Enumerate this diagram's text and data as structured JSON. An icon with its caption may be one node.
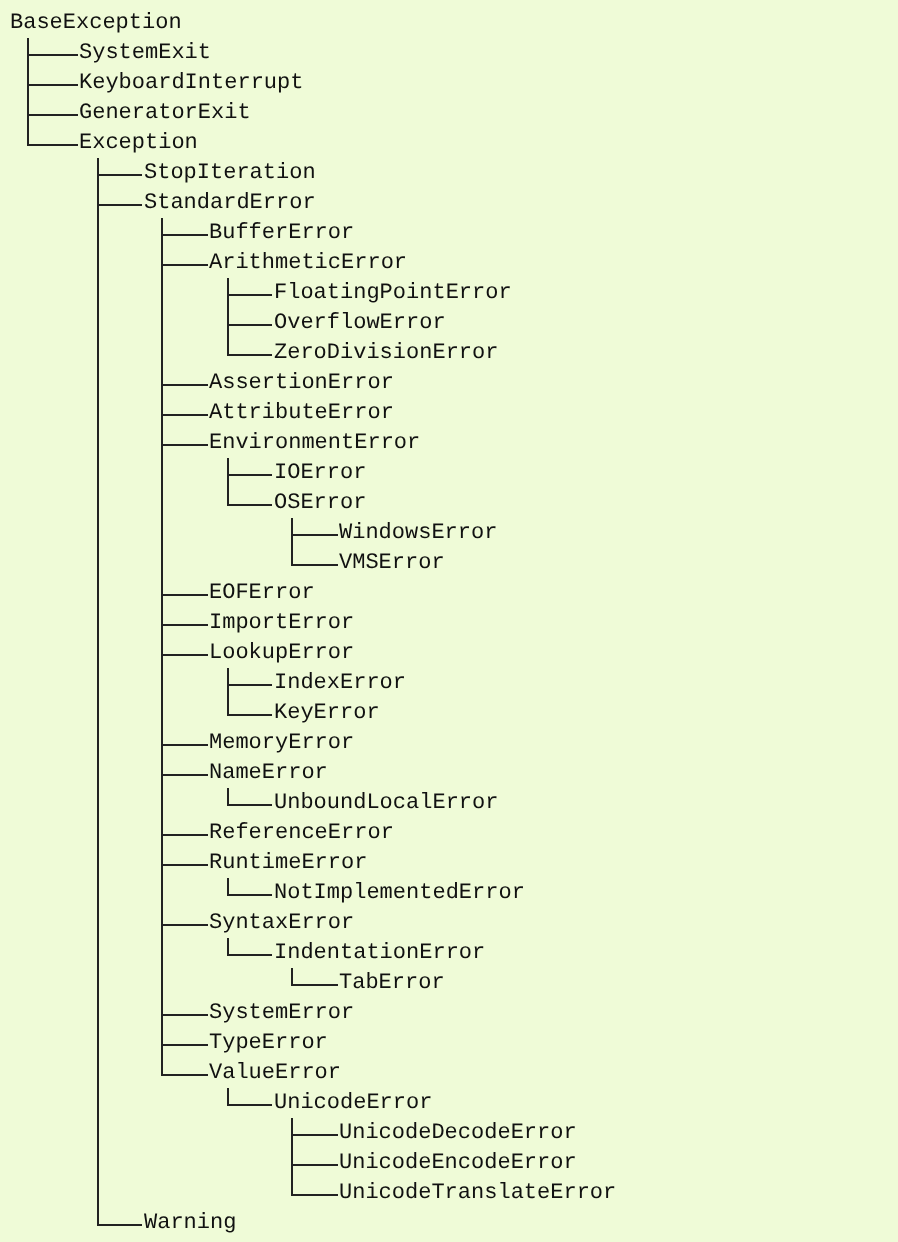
{
  "diagram": {
    "nodes": [
      {
        "text": [
          "BaseException"
        ]
      },
      {
        "text": [
          "SystemExit"
        ]
      },
      {
        "text": [
          "KeyboardInterrupt"
        ]
      },
      {
        "text": [
          "GeneratorExit"
        ]
      },
      {
        "text": [
          "Exception"
        ]
      },
      {
        "text": [
          "StopIteration"
        ]
      },
      {
        "text": [
          "StandardError"
        ]
      },
      {
        "text": [
          "BufferError"
        ]
      },
      {
        "text": [
          "ArithmeticError"
        ]
      },
      {
        "text": [
          "FloatingPointError"
        ]
      },
      {
        "text": [
          "OverflowError"
        ]
      },
      {
        "text": [
          "ZeroDivisionError"
        ]
      },
      {
        "text": [
          "AssertionError"
        ]
      },
      {
        "text": [
          "AttributeError"
        ]
      },
      {
        "text": [
          "EnvironmentError"
        ]
      },
      {
        "text": [
          "IOError"
        ]
      },
      {
        "text": [
          "OSError"
        ]
      },
      {
        "text": [
          "WindowsError"
        ]
      },
      {
        "text": [
          "VMSError"
        ]
      },
      {
        "text": [
          "EOFError"
        ]
      },
      {
        "text": [
          "ImportError"
        ]
      },
      {
        "text": [
          "LookupError"
        ]
      },
      {
        "text": [
          "IndexError"
        ]
      },
      {
        "text": [
          "KeyError"
        ]
      },
      {
        "text": [
          "MemoryError"
        ]
      },
      {
        "text": [
          "NameError"
        ]
      },
      {
        "text": [
          "UnboundLocalError"
        ]
      },
      {
        "text": [
          "ReferenceError"
        ]
      },
      {
        "text": [
          "RuntimeError"
        ]
      },
      {
        "text": [
          "NotImplementedError"
        ]
      },
      {
        "text": [
          "SyntaxError"
        ]
      },
      {
        "text": [
          "IndentationError"
        ]
      },
      {
        "text": [
          "TabError"
        ]
      },
      {
        "text": [
          "SystemError"
        ]
      },
      {
        "text": [
          "TypeError"
        ]
      },
      {
        "text": [
          "ValueError"
        ]
      },
      {
        "text": [
          "UnicodeError"
        ]
      },
      {
        "text": [
          "UnicodeDecodeError"
        ]
      },
      {
        "text": [
          "UnicodeEncodeError"
        ]
      },
      {
        "text": [
          "UnicodeTranslateError"
        ]
      },
      {
        "text": [
          "Warning"
        ]
      }
    ],
    "edges": [
      {
        "from": 0,
        "to": 1,
        "arrow": "none"
      },
      {
        "from": 0,
        "to": 2,
        "arrow": "none"
      },
      {
        "from": 0,
        "to": 3,
        "arrow": "none"
      },
      {
        "from": 0,
        "to": 4,
        "arrow": "none"
      },
      {
        "from": 4,
        "to": 5,
        "arrow": "none"
      },
      {
        "from": 4,
        "to": 6,
        "arrow": "none"
      },
      {
        "from": 6,
        "to": 7,
        "arrow": "none"
      },
      {
        "from": 6,
        "to": 8,
        "arrow": "none"
      },
      {
        "from": 8,
        "to": 9,
        "arrow": "none"
      },
      {
        "from": 8,
        "to": 10,
        "arrow": "none"
      },
      {
        "from": 8,
        "to": 11,
        "arrow": "none"
      },
      {
        "from": 6,
        "to": 12,
        "arrow": "none"
      },
      {
        "from": 6,
        "to": 13,
        "arrow": "none"
      },
      {
        "from": 6,
        "to": 14,
        "arrow": "none"
      },
      {
        "from": 14,
        "to": 15,
        "arrow": "none"
      },
      {
        "from": 14,
        "to": 16,
        "arrow": "none"
      },
      {
        "from": 16,
        "to": 17,
        "arrow": "none"
      },
      {
        "from": 16,
        "to": 18,
        "arrow": "none"
      },
      {
        "from": 6,
        "to": 19,
        "arrow": "none"
      },
      {
        "from": 6,
        "to": 20,
        "arrow": "none"
      },
      {
        "from": 6,
        "to": 21,
        "arrow": "none"
      },
      {
        "from": 21,
        "to": 22,
        "arrow": "none"
      },
      {
        "from": 21,
        "to": 23,
        "arrow": "none"
      },
      {
        "from": 6,
        "to": 24,
        "arrow": "none"
      },
      {
        "from": 6,
        "to": 25,
        "arrow": "none"
      },
      {
        "from": 25,
        "to": 26,
        "arrow": "none"
      },
      {
        "from": 6,
        "to": 27,
        "arrow": "none"
      },
      {
        "from": 6,
        "to": 28,
        "arrow": "none"
      },
      {
        "from": 28,
        "to": 29,
        "arrow": "none"
      },
      {
        "from": 6,
        "to": 30,
        "arrow": "none"
      },
      {
        "from": 30,
        "to": 31,
        "arrow": "none"
      },
      {
        "from": 31,
        "to": 32,
        "arrow": "none"
      },
      {
        "from": 6,
        "to": 33,
        "arrow": "none"
      },
      {
        "from": 6,
        "to": 34,
        "arrow": "none"
      },
      {
        "from": 6,
        "to": 35,
        "arrow": "none"
      },
      {
        "from": 35,
        "to": 36,
        "arrow": "none"
      },
      {
        "from": 36,
        "to": 37,
        "arrow": "none"
      },
      {
        "from": 36,
        "to": 38,
        "arrow": "none"
      },
      {
        "from": 36,
        "to": 39,
        "arrow": "none"
      },
      {
        "from": 4,
        "to": 40,
        "arrow": "none"
      }
    ]
  }
}
